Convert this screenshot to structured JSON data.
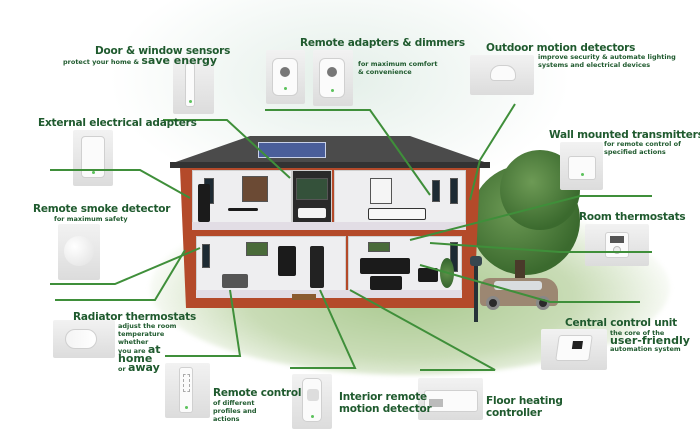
{
  "diagram": {
    "type": "smart-home-infographic",
    "accent_color": "#1f5a2e",
    "line_color": "#3f8f3a"
  },
  "callouts": {
    "door_window": {
      "title": "Door & window sensors",
      "subtitle_small": "protect your home &",
      "subtitle_big": "save energy"
    },
    "remote_adapters": {
      "title": "Remote adapters & dimmers",
      "subtitle": "for maximum comfort & convenience"
    },
    "outdoor_motion": {
      "title": "Outdoor motion detectors",
      "subtitle": "improve security & automate lighting systems and electrical devices"
    },
    "external_adapters": {
      "title": "External electrical adapters"
    },
    "wall_transmitters": {
      "title": "Wall mounted transmitters",
      "subtitle": "for remote control of specified actions"
    },
    "smoke_detector": {
      "title": "Remote smoke detector",
      "subtitle": "for maximum safety"
    },
    "room_thermostats": {
      "title": "Room thermostats"
    },
    "radiator_thermostats": {
      "title": "Radiator thermostats",
      "subtitle_1": "adjust the room temperature whether",
      "subtitle_2_small": "you are",
      "subtitle_2_big": "at home",
      "subtitle_3_small": "or",
      "subtitle_3_big": "away"
    },
    "central_control": {
      "title": "Central control unit",
      "subtitle_1": "the core of the",
      "subtitle_2": "user-friendly",
      "subtitle_3": "automation system"
    },
    "remote_control": {
      "title": "Remote control",
      "subtitle": "of different profiles and actions"
    },
    "interior_motion": {
      "title_line1": "Interior remote",
      "title_line2": "motion detector"
    },
    "floor_heating": {
      "title_line1": "Floor heating",
      "title_line2": "controller"
    }
  }
}
